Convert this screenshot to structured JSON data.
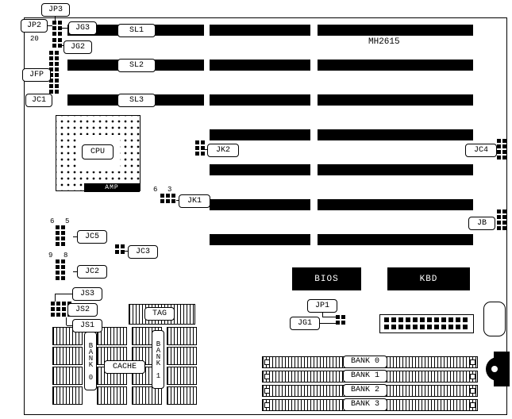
{
  "diagram": {
    "title": "MH2615",
    "kind": "motherboard layout diagram"
  },
  "labels": {
    "jp3": "JP3",
    "jp2": "JP2",
    "jg3": "JG3",
    "jg2": "JG2",
    "jfp": "JFP",
    "jc1": "JC1",
    "sl1": "SL1",
    "sl2": "SL2",
    "sl3": "SL3",
    "cpu": "CPU",
    "amp": "AMP",
    "jk2": "JK2",
    "jc4": "JC4",
    "jk1": "JK1",
    "jb": "JB",
    "jc5": "JC5",
    "jc3": "JC3",
    "jc2": "JC2",
    "js3": "JS3",
    "js2": "JS2",
    "js1": "JS1",
    "tag": "TAG",
    "cache": "CACHE",
    "cache_bank0": "BANK 0",
    "cache_bank1": "BANK 1",
    "bios": "BIOS",
    "kbd": "KBD",
    "jp1": "JP1",
    "jg1": "JG1",
    "simm_bank0": "BANK 0",
    "simm_bank1": "BANK 1",
    "simm_bank2": "BANK 2",
    "simm_bank3": "BANK 3"
  },
  "pin_numbers": {
    "jfp_pin": "20",
    "jk1_left": "6",
    "jk1_right": "3",
    "jc5_left": "6",
    "jc5_right": "5",
    "jc2_left": "9",
    "jc2_right": "8"
  },
  "colors": {
    "ink": "#000000",
    "paper": "#ffffff"
  }
}
